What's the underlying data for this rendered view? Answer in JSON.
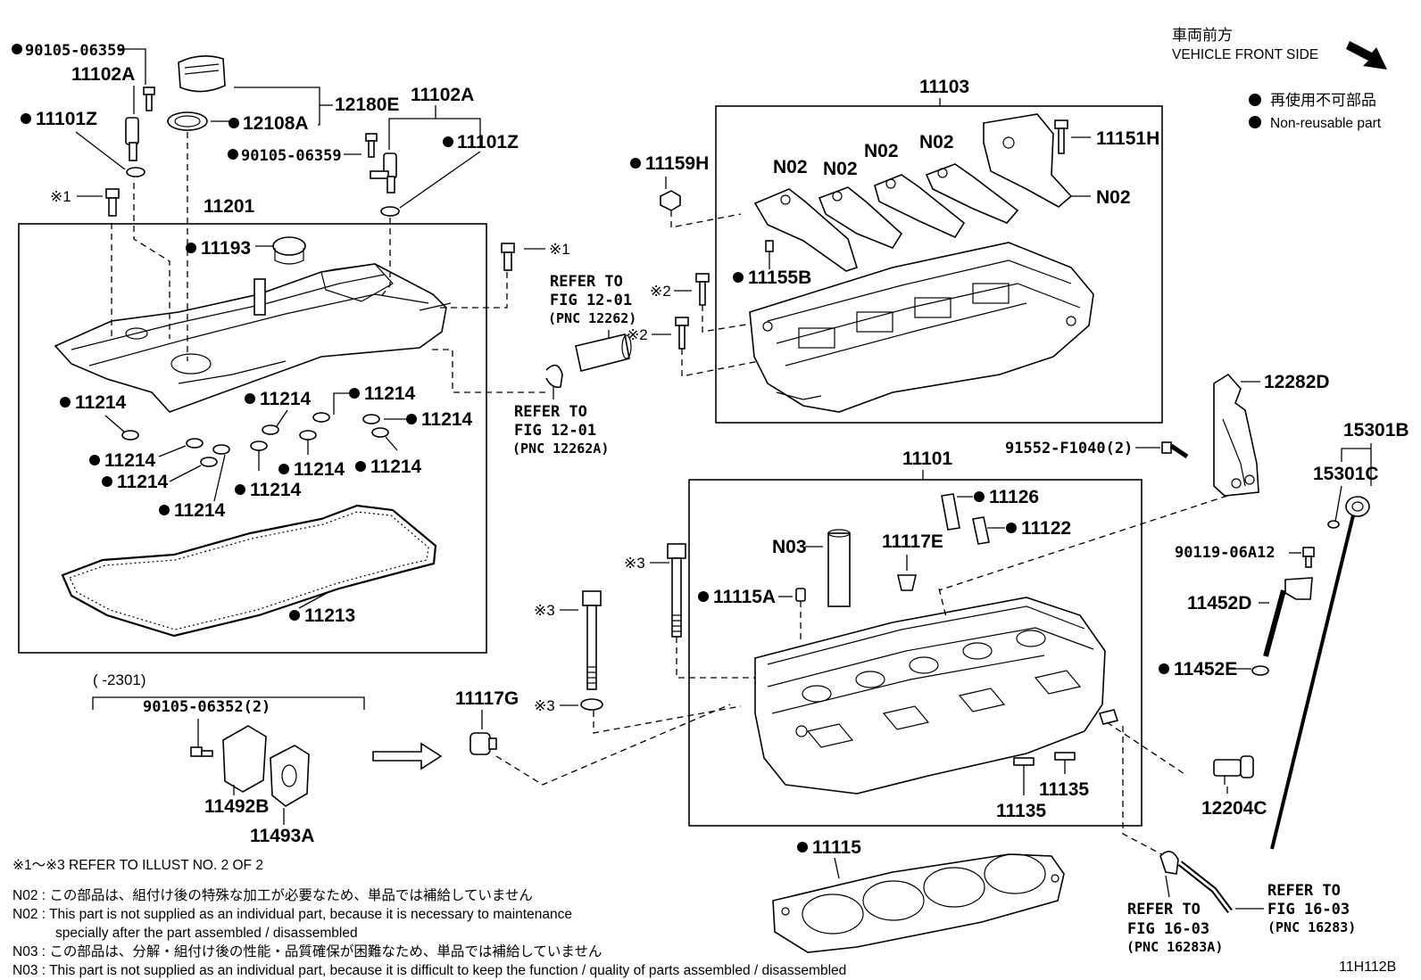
{
  "header": {
    "direction_jp": "車両前方",
    "direction_en": "VEHICLE FRONT SIDE",
    "legend_jp": "再使用不可部品",
    "legend_en": "Non-reusable part"
  },
  "labels": {
    "p90105_06359_a": "90105-06359",
    "p11102A_a": "11102A",
    "p11101Z_a": "11101Z",
    "p12180E": "12180E",
    "p12108A": "12108A",
    "p11102A_b": "11102A",
    "p90105_06359_b": "90105-06359",
    "p11101Z_b": "11101Z",
    "m1_a": "※1",
    "p11201": "11201",
    "p11193": "11193",
    "m1_b": "※1",
    "p11214_1": "11214",
    "p11214_2": "11214",
    "p11214_3": "11214",
    "p11214_4": "11214",
    "p11214_5": "11214",
    "p11214_6": "11214",
    "p11214_7": "11214",
    "p11214_8": "11214",
    "p11214_9": "11214",
    "p11214_10": "11214",
    "p11213": "11213",
    "p11103": "11103",
    "p11159H": "11159H",
    "n02_1": "N02",
    "n02_2": "N02",
    "n02_3": "N02",
    "n02_4": "N02",
    "n02_5": "N02",
    "p11151H": "11151H",
    "p11155B": "11155B",
    "m2_a": "※2",
    "m2_b": "※2",
    "ref1_line1": "REFER TO",
    "ref1_line2": "FIG 12-01",
    "ref1_line3": "(PNC 12262)",
    "ref2_line1": "REFER TO",
    "ref2_line2": "FIG 12-01",
    "ref2_line3": "(PNC 12262A)",
    "p12282D": "12282D",
    "p15301B": "15301B",
    "p15301C": "15301C",
    "p91552": "91552-F1040(2)",
    "p11101": "11101",
    "p11126": "11126",
    "p11122": "11122",
    "n03": "N03",
    "p11117E": "11117E",
    "m3_a": "※3",
    "m3_b": "※3",
    "m3_c": "※3",
    "p11115A": "11115A",
    "p90119": "90119-06A12",
    "p11452D": "11452D",
    "p11452E": "11452E",
    "range_label": "(      -2301)",
    "p90105_06352": "90105-06352(2)",
    "p11492B": "11492B",
    "p11493A": "11493A",
    "p11117G": "11117G",
    "p11135_a": "11135",
    "p11135_b": "11135",
    "p12204C": "12204C",
    "p11115": "11115",
    "ref3_line1": "REFER TO",
    "ref3_line2": "FIG 16-03",
    "ref3_line3": "(PNC 16283A)",
    "ref4_line1": "REFER TO",
    "ref4_line2": "FIG 16-03",
    "ref4_line3": "(PNC 16283)",
    "illust_id": "11H112B"
  },
  "notes": {
    "refer_note": "※1～※3  REFER TO ILLUST NO. 2 OF 2",
    "n02_jp": "N02 : この部品は、組付け後の特殊な加工が必要なため、単品では補給していません",
    "n02_en": "N02 : This part is not supplied as an individual part, because it is necessary to maintenance",
    "n02_en2": "specially after the part assembled / disassembled",
    "n03_jp": "N03 : この部品は、分解・組付け後の性能・品質確保が困難なため、単品では補給していません",
    "n03_en": "N03 : This part is not supplied as an individual part, because it is difficult to keep the function / quality of parts  assembled / disassembled"
  }
}
